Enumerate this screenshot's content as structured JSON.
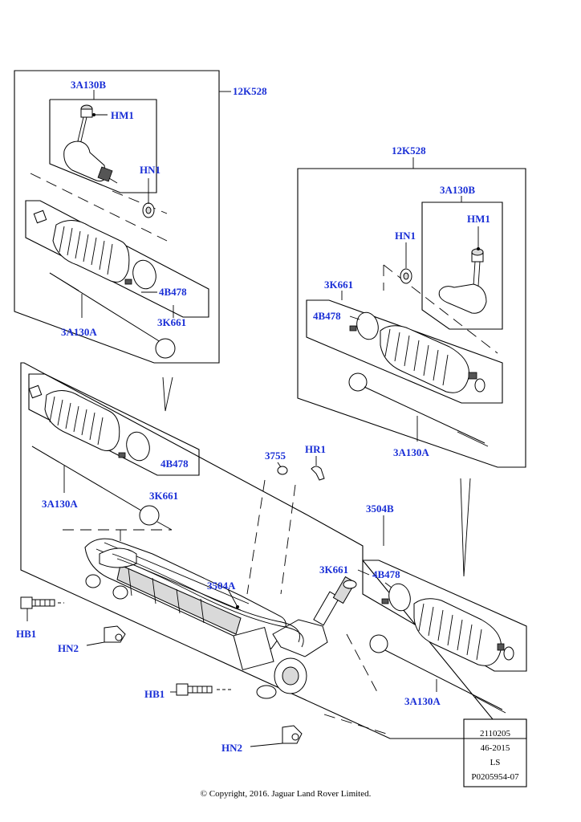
{
  "callouts": {
    "tl_12k528": "12K528",
    "tl_3a130b": "3A130B",
    "tl_hm1": "HM1",
    "tl_hn1": "HN1",
    "tl_4b478": "4B478",
    "tl_3k661": "3K661",
    "tl_3a130a": "3A130A",
    "tr_12k528": "12K528",
    "tr_3a130b": "3A130B",
    "tr_hm1": "HM1",
    "tr_hn1": "HN1",
    "tr_3k661": "3K661",
    "tr_4b478": "4B478",
    "tr_3a130a": "3A130A",
    "ml_4b478": "4B478",
    "ml_3k661": "3K661",
    "ml_3a130a": "3A130A",
    "mid_3755": "3755",
    "mid_hr1": "HR1",
    "mid_3504b": "3504B",
    "mid_3504a": "3504A",
    "br_3k661": "3K661",
    "br_4b478": "4B478",
    "br_3a130a": "3A130A",
    "hb1_upper": "HB1",
    "hn2_upper": "HN2",
    "hb1_lower": "HB1",
    "hn2_lower": "HN2"
  },
  "reference_box": {
    "line1": "2110205",
    "line2": "46-2015",
    "line3": "LS",
    "line4": "P0205954-07"
  },
  "copyright": "© Copyright, 2016. Jaguar Land Rover Limited.",
  "colors": {
    "callout": "#1a2fd6",
    "line": "#000000"
  }
}
